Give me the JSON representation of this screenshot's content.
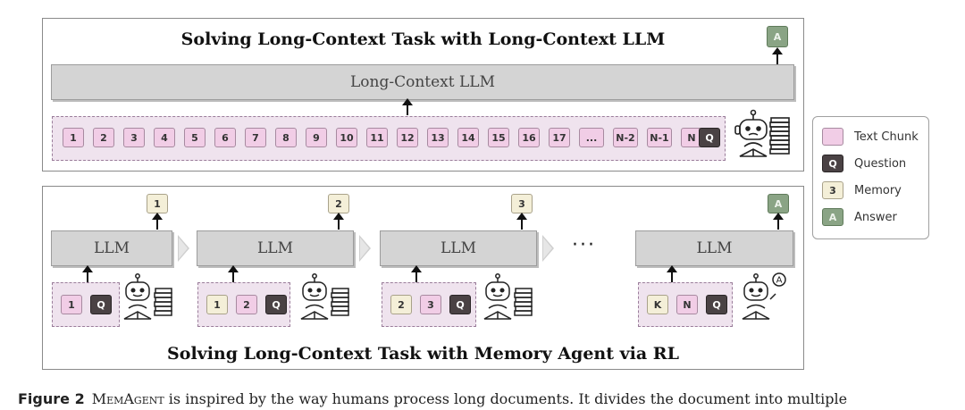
{
  "top_panel": {
    "title": "Solving Long-Context Task with Long-Context LLM",
    "llm_label": "Long-Context LLM",
    "answer_label": "A",
    "chunks": [
      "1",
      "2",
      "3",
      "4",
      "5",
      "6",
      "7",
      "8",
      "9",
      "10",
      "11",
      "12",
      "13",
      "14",
      "15",
      "16",
      "17",
      "...",
      "N-2",
      "N-1",
      "N"
    ],
    "question_label": "Q"
  },
  "bottom_panel": {
    "title": "Solving Long-Context Task with Memory Agent via RL",
    "ellipsis": "···",
    "steps": [
      {
        "llm_label": "LLM",
        "memory_out": "1",
        "inputs": [
          {
            "label": "1",
            "kind": "text"
          },
          {
            "label": "Q",
            "kind": "question"
          }
        ]
      },
      {
        "llm_label": "LLM",
        "memory_out": "2",
        "inputs": [
          {
            "label": "1",
            "kind": "memory"
          },
          {
            "label": "2",
            "kind": "text"
          },
          {
            "label": "Q",
            "kind": "question"
          }
        ]
      },
      {
        "llm_label": "LLM",
        "memory_out": "3",
        "inputs": [
          {
            "label": "2",
            "kind": "memory"
          },
          {
            "label": "3",
            "kind": "text"
          },
          {
            "label": "Q",
            "kind": "question"
          }
        ]
      },
      {
        "llm_label": "LLM",
        "memory_out": "A",
        "inputs": [
          {
            "label": "K",
            "kind": "memory"
          },
          {
            "label": "N",
            "kind": "text"
          },
          {
            "label": "Q",
            "kind": "question"
          }
        ]
      }
    ]
  },
  "legend": {
    "items": [
      {
        "swatch": "",
        "label": "Text Chunk"
      },
      {
        "swatch": "Q",
        "label": "Question"
      },
      {
        "swatch": "3",
        "label": "Memory"
      },
      {
        "swatch": "A",
        "label": "Answer"
      }
    ]
  },
  "caption": {
    "figure": "Figure 2",
    "name": "MemAgent",
    "text": " is inspired by the way humans process long documents. It divides the document into multiple"
  },
  "colors": {
    "text_chunk": "#f1cde6",
    "question": "#4a4244",
    "memory": "#f4efd8",
    "answer": "#8aa485",
    "llm_bar": "#d4d4d4"
  }
}
